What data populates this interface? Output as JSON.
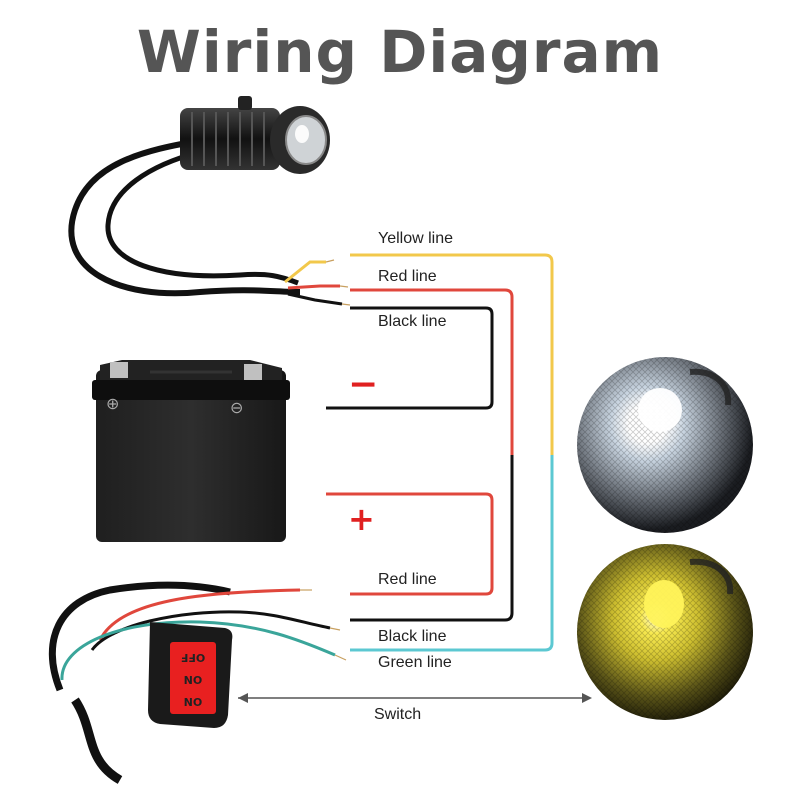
{
  "title": "Wiring Diagram",
  "labels": {
    "yellow_line": "Yellow line",
    "red_line_top": "Red line",
    "black_line_top": "Black line",
    "red_line_bottom": "Red line",
    "black_line_bottom": "Black line",
    "green_line": "Green line",
    "switch": "Switch"
  },
  "battery": {
    "minus_sign": "−",
    "plus_sign": "+",
    "terminal_plus": "⊕",
    "terminal_minus": "⊖"
  },
  "switch_button": {
    "labels": [
      "OFF",
      "ON",
      "ON"
    ]
  },
  "colors": {
    "yellow": "#f2c84b",
    "red": "#e0473c",
    "black": "#111111",
    "green": "#5cc8d2",
    "accent_red": "#e02020",
    "title": "#555555"
  }
}
